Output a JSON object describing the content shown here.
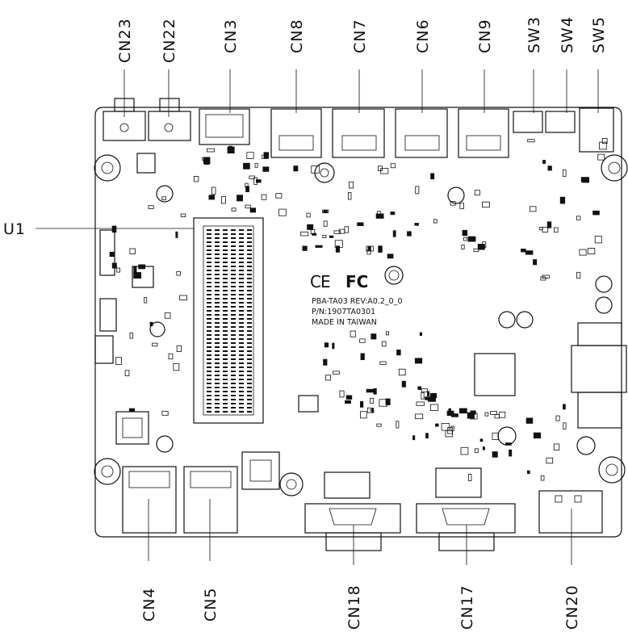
{
  "labels_top": [
    "CN23",
    "CN22",
    "CN3",
    "CN8",
    "CN7",
    "CN6",
    "CN9",
    "SW3",
    "SW4",
    "SW5"
  ],
  "labels_bottom": [
    "CN4",
    "CN5",
    "CN18",
    "CN17",
    "CN20"
  ],
  "label_left": "U1",
  "board_text": {
    "line1": "PBA-TA03 REV:A0.2_0_0",
    "line2": "P/N:1907TA0301",
    "line3": "MADE IN TAIWAN"
  },
  "marks": {
    "ce": "CE",
    "fc": "FC"
  },
  "colors": {
    "ink": "#111111",
    "paper": "#ffffff"
  }
}
